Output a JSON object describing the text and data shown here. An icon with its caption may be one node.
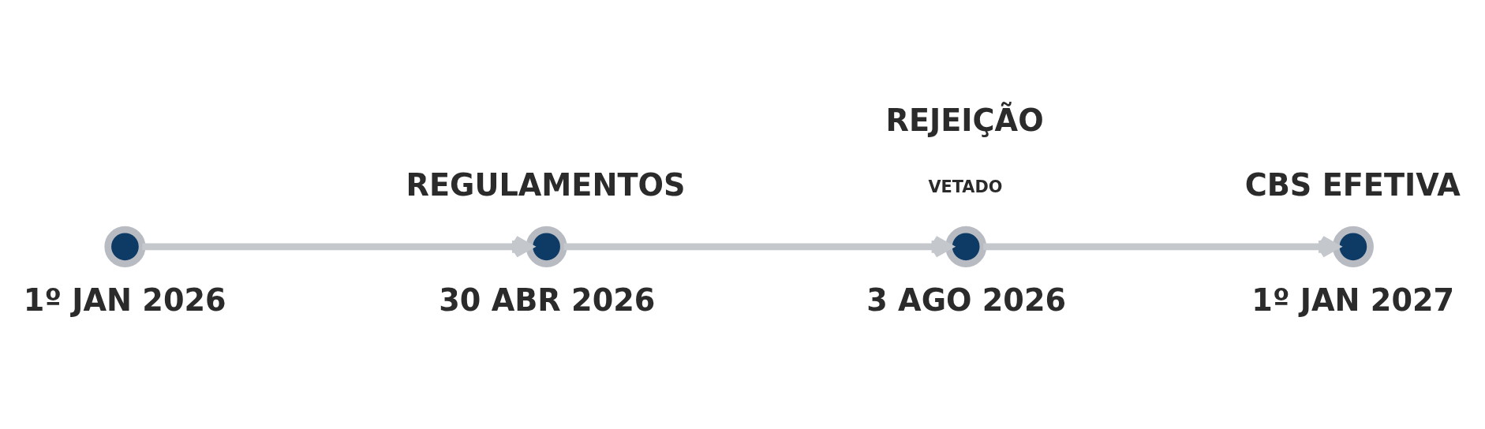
{
  "diagram": {
    "nodes": [
      {
        "text": [],
        "shape": "circle",
        "beside": [
          "1º JAN 2026"
        ]
      },
      {
        "text": [],
        "shape": "circle",
        "beside": [
          "REGULAMENTOS",
          "30 ABR 2026"
        ]
      },
      {
        "text": [],
        "shape": "circle",
        "beside": [
          "REJEIÇÃO",
          "3 AGO 2026"
        ]
      },
      {
        "text": [],
        "shape": "circle",
        "beside": [
          "CBS EFETIVA",
          "1º JAN 2027"
        ]
      }
    ],
    "edges": [
      {
        "from": 0,
        "to": 1,
        "arrow": "to"
      },
      {
        "from": 1,
        "to": 2,
        "arrow": "to"
      },
      {
        "from": 2,
        "to": 3,
        "arrow": "to"
      }
    ],
    "labels": [
      "VETADO"
    ]
  }
}
